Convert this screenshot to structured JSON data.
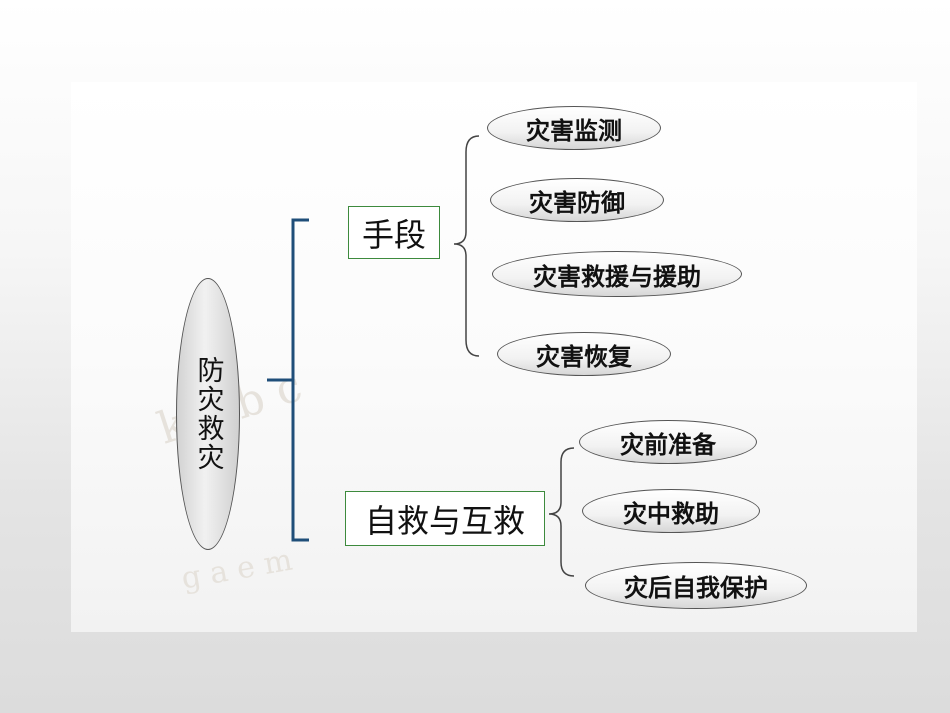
{
  "diagram": {
    "root": "防灾救灾",
    "branches": [
      {
        "label": "手段",
        "leaves": [
          "灾害监测",
          "灾害防御",
          "灾害救援与援助",
          "灾害恢复"
        ]
      },
      {
        "label": "自救与互救",
        "leaves": [
          "灾前准备",
          "灾中救助",
          "灾后自我保护"
        ]
      }
    ]
  },
  "colors": {
    "main_brace": "#1f4e79",
    "sub_brace": "#444444",
    "box_border": "#3d8a3d",
    "oval_border": "#555555"
  }
}
